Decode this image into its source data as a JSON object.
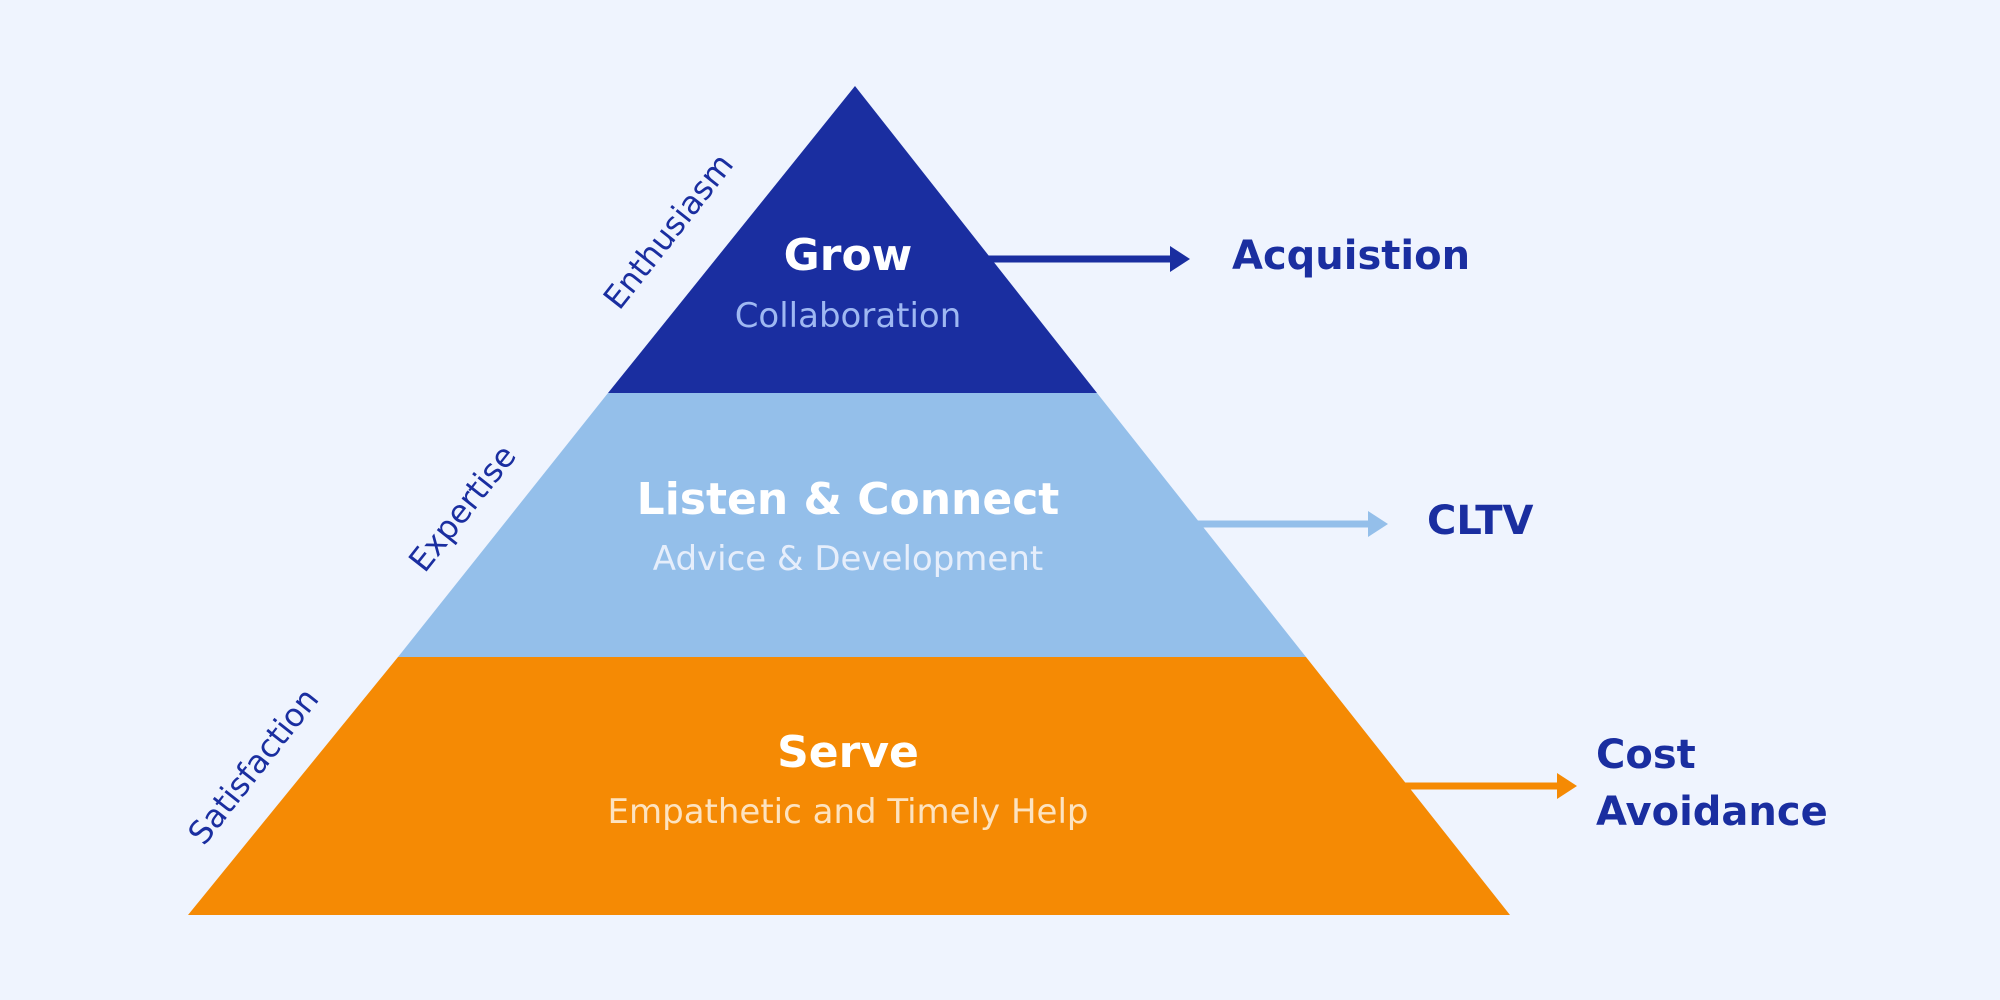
{
  "colors": {
    "background": "#eff4fe",
    "navy": "#1a2ea0",
    "light_blue": "#94bfea",
    "orange": "#f58a04",
    "grow_sub": "#9fb8f2",
    "listen_sub": "#e6eefb",
    "serve_sub": "#fde3c0"
  },
  "tiers": {
    "grow": {
      "title": "Grow",
      "subtitle": "Collaboration"
    },
    "listen": {
      "title": "Listen & Connect",
      "subtitle": "Advice & Development"
    },
    "serve": {
      "title": "Serve",
      "subtitle": "Empathetic and Timely Help"
    }
  },
  "side_labels": {
    "enthusiasm": "Enthusiasm",
    "expertise": "Expertise",
    "satisfaction": "Satisfaction"
  },
  "outcomes": {
    "acquisition": "Acquistion",
    "cltv": "CLTV",
    "cost_line1": "Cost",
    "cost_line2": "Avoidance"
  }
}
